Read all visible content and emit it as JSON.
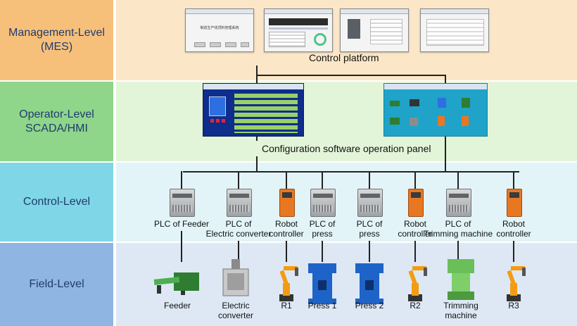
{
  "levels": {
    "management": {
      "label": "Management-Level\n(MES)",
      "bg": "#f7c07a",
      "content_bg": "#fbe7c8"
    },
    "operator": {
      "label": "Operator-Level\nSCADA/HMI",
      "bg": "#8fd58a",
      "content_bg": "#e3f5d8"
    },
    "control": {
      "label": "Control-Level",
      "bg": "#7fd6e6",
      "content_bg": "#e2f4f8"
    },
    "field": {
      "label": "Field-Level",
      "bg": "#8fb6e2",
      "content_bg": "#dde8f4"
    }
  },
  "management": {
    "caption": "Control platform",
    "window1_title": "制造生产线顶料管理系统"
  },
  "operator": {
    "caption": "Configuration software operation panel"
  },
  "control": {
    "devices": [
      {
        "kind": "plc",
        "label": "PLC of Feeder"
      },
      {
        "kind": "plc",
        "label": "PLC of\nElectric converter"
      },
      {
        "kind": "robot",
        "label": "Robot\ncontroller"
      },
      {
        "kind": "plc",
        "label": "PLC of\npress"
      },
      {
        "kind": "plc",
        "label": "PLC of\npress"
      },
      {
        "kind": "robot",
        "label": "Robot\ncontroller"
      },
      {
        "kind": "plc",
        "label": "PLC of\nTrimming machine"
      },
      {
        "kind": "robot",
        "label": "Robot\ncontroller"
      }
    ]
  },
  "field": {
    "devices": [
      {
        "icon": "feeder-icon",
        "label": "Feeder"
      },
      {
        "icon": "converter-icon",
        "label": "Electric\nconverter"
      },
      {
        "icon": "robot-arm-icon",
        "label": "R1"
      },
      {
        "icon": "press-icon",
        "label": "Press 1"
      },
      {
        "icon": "press-icon",
        "label": "Press 2"
      },
      {
        "icon": "robot-arm-icon",
        "label": "R2"
      },
      {
        "icon": "trimming-icon",
        "label": "Trimming\nmachine"
      },
      {
        "icon": "robot-arm-icon",
        "label": "R3"
      }
    ]
  },
  "colors": {
    "wire": "#222222",
    "label_text": "#1f3b6e"
  }
}
